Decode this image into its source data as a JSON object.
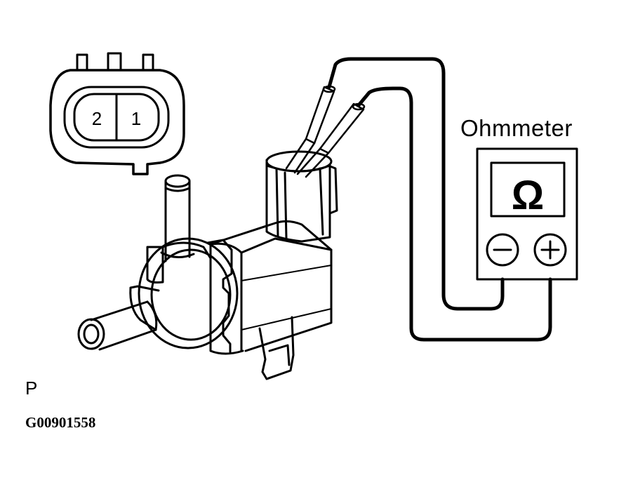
{
  "labels": {
    "meter_name": "Ohmmeter",
    "omega_symbol": "Ω",
    "minus_symbol": "−",
    "plus_symbol": "+",
    "pin_2": "2",
    "pin_1": "1",
    "view_letter": "P",
    "figure_id": "G00901558"
  },
  "colors": {
    "line": "#000000",
    "background": "#ffffff"
  }
}
